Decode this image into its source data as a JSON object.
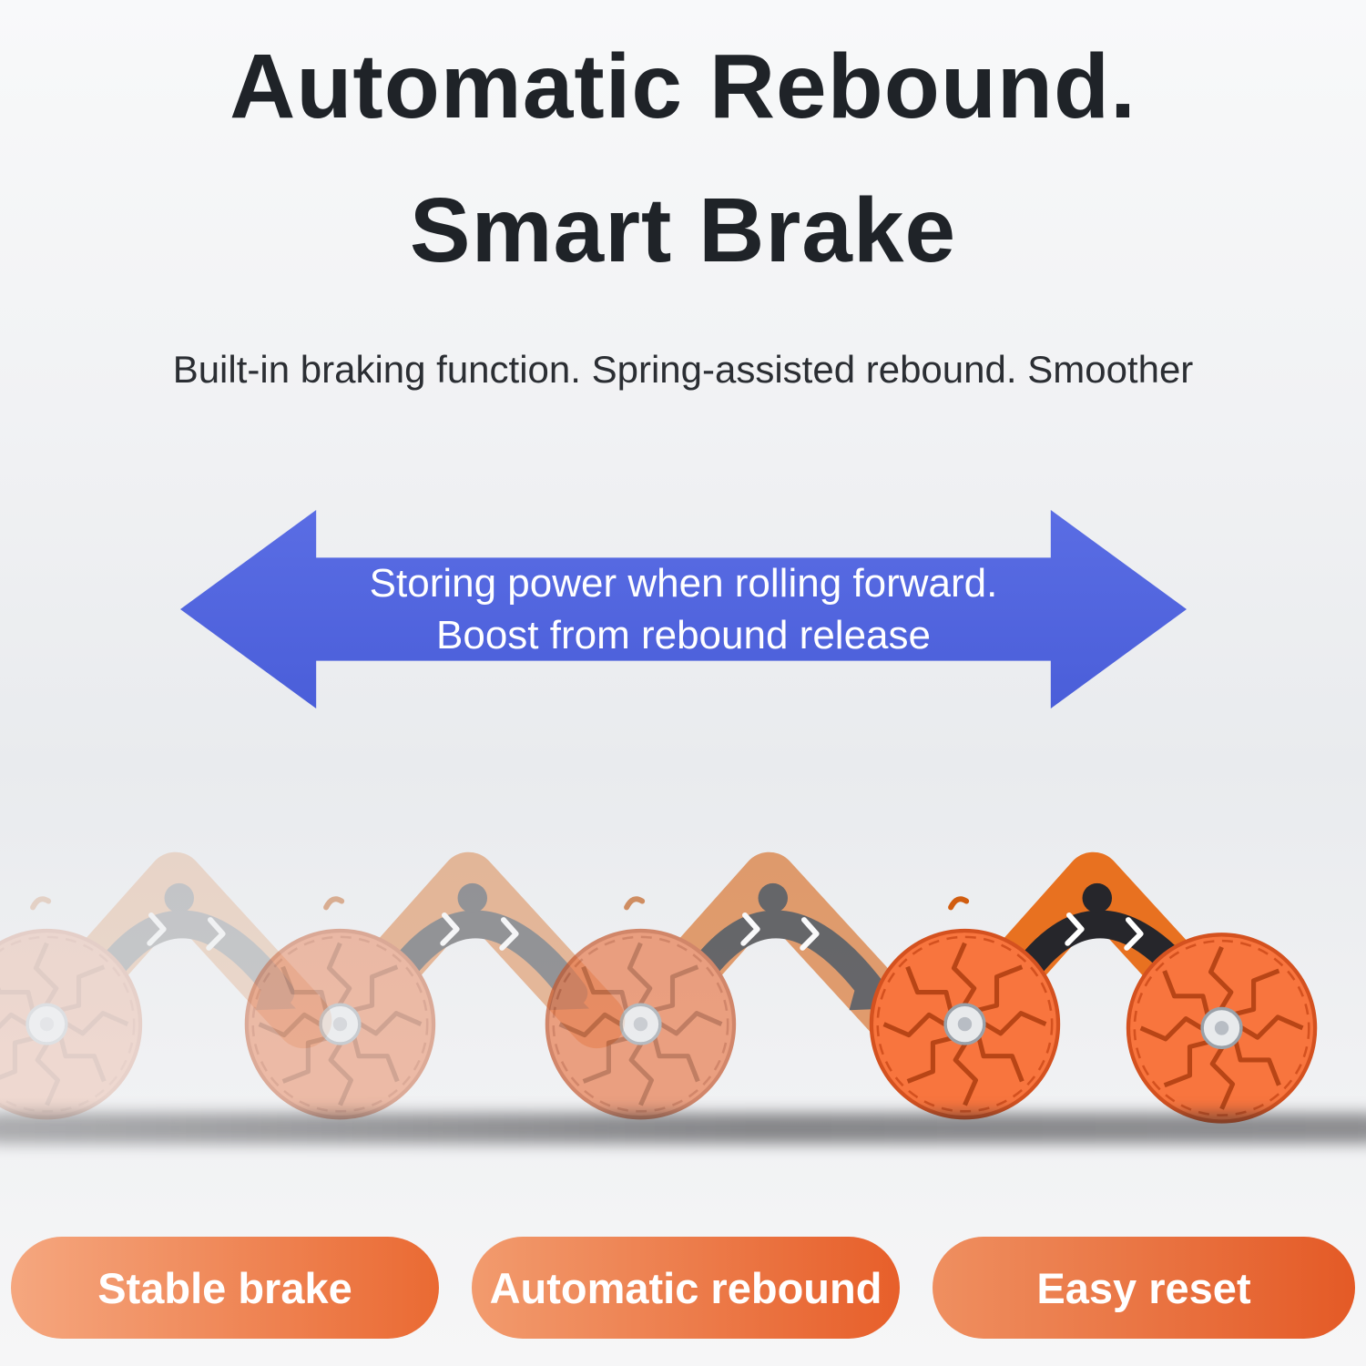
{
  "header": {
    "title_line1": "Automatic Rebound.",
    "title_line2": "Smart Brake",
    "subtitle": "Built-in braking function. Spring-assisted rebound. Smoother"
  },
  "arrow_banner": {
    "line1": "Storing power when rolling forward.",
    "line2": "Boost from rebound release"
  },
  "badges": [
    {
      "label": "Stable brake"
    },
    {
      "label": "Automatic rebound"
    },
    {
      "label": "Easy reset"
    }
  ],
  "illustration": {
    "icon": "ab-roller-wheel-icon",
    "frame_count": 4,
    "frame_opacities": [
      0.2,
      0.45,
      0.68,
      1
    ]
  },
  "colors": {
    "title_text": "#1f2328",
    "arrow_blue": "#4a5ed9",
    "product_orange": "#e8794a",
    "badge_orange_start": "#f2936b",
    "badge_orange_end": "#e45a26"
  }
}
